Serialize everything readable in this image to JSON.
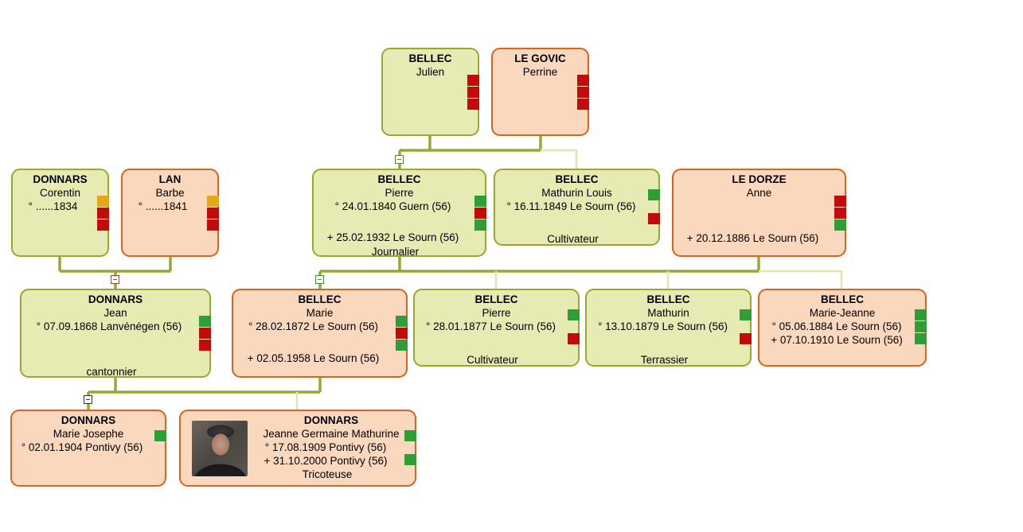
{
  "colors": {
    "male_bg": "#e6ebb4",
    "male_border": "#9aa832",
    "female_bg": "#fad8bd",
    "female_border": "#d9631f",
    "link_strong": "#9aa832",
    "link_faint": "#e0e6b0",
    "flag_green": "#2e9e36",
    "flag_red": "#c40b0b",
    "flag_orange": "#e3a71a"
  },
  "persons": {
    "julien": {
      "surname": "BELLEC",
      "given": "Julien",
      "flags": [
        "red-flag-icon",
        "red-flag-icon",
        "red-flag-icon"
      ]
    },
    "perrine": {
      "surname": "LE GOVIC",
      "given": "Perrine",
      "flags": [
        "red-flag-icon",
        "red-flag-icon",
        "red-flag-icon"
      ]
    },
    "corentin": {
      "surname": "DONNARS",
      "given": "Corentin",
      "birth": "° ......1834",
      "flags": [
        "orange-flag-icon",
        "red-flag-icon",
        "red-flag-icon"
      ]
    },
    "barbe": {
      "surname": "LAN",
      "given": "Barbe",
      "birth": "° ......1841",
      "flags": [
        "orange-flag-icon",
        "red-flag-icon",
        "red-flag-icon"
      ]
    },
    "pierre_sr": {
      "surname": "BELLEC",
      "given": "Pierre",
      "birth": "° 24.01.1840 Guern (56)",
      "death": "+ 25.02.1932 Le Sourn (56)",
      "occupation": "Journalier",
      "flags": [
        "green-flag-icon",
        "red-flag-icon",
        "green-flag-icon"
      ]
    },
    "mathurin_louis": {
      "surname": "BELLEC",
      "given": "Mathurin Louis",
      "birth": "° 16.11.1849 Le Sourn (56)",
      "occupation": "Cultivateur",
      "flags": [
        "green-flag-icon",
        "red-flag-icon"
      ]
    },
    "anne": {
      "surname": "LE DORZE",
      "given": "Anne",
      "death": "+ 20.12.1886 Le Sourn (56)",
      "flags": [
        "red-flag-icon",
        "red-flag-icon",
        "green-flag-icon"
      ]
    },
    "jean": {
      "surname": "DONNARS",
      "given": "Jean",
      "birth": "° 07.09.1868 Lanvénégen (56)",
      "occupation": "cantonnier",
      "flags": [
        "green-flag-icon",
        "red-flag-icon",
        "red-flag-icon"
      ]
    },
    "marie": {
      "surname": "BELLEC",
      "given": "Marie",
      "birth": "° 28.02.1872 Le Sourn (56)",
      "death": "+ 02.05.1958 Le Sourn (56)",
      "flags": [
        "green-flag-icon",
        "red-flag-icon",
        "green-flag-icon"
      ]
    },
    "pierre_jr": {
      "surname": "BELLEC",
      "given": "Pierre",
      "birth": "° 28.01.1877 Le Sourn (56)",
      "occupation": "Cultivateur",
      "flags": [
        "green-flag-icon",
        "red-flag-icon"
      ]
    },
    "mathurin": {
      "surname": "BELLEC",
      "given": "Mathurin",
      "birth": "° 13.10.1879 Le Sourn (56)",
      "occupation": "Terrassier",
      "flags": [
        "green-flag-icon",
        "red-flag-icon"
      ]
    },
    "marie_jeanne": {
      "surname": "BELLEC",
      "given": "Marie-Jeanne",
      "birth": "° 05.06.1884 Le Sourn (56)",
      "death": "+ 07.10.1910 Le Sourn (56)",
      "flags": [
        "green-flag-icon",
        "green-flag-icon",
        "green-flag-icon"
      ]
    },
    "marie_josephe": {
      "surname": "DONNARS",
      "given": "Marie Josephe",
      "birth": "° 02.01.1904 Pontivy (56)",
      "flags": [
        "green-flag-icon"
      ]
    },
    "jeanne": {
      "surname": "DONNARS",
      "given": "Jeanne Germaine Mathurine",
      "birth": "° 17.08.1909 Pontivy (56)",
      "death": "+ 31.10.2000 Pontivy (56)",
      "occupation": "Tricoteuse",
      "flags": [
        "green-flag-icon",
        "green-flag-icon"
      ],
      "photo": "portrait-photo"
    }
  }
}
